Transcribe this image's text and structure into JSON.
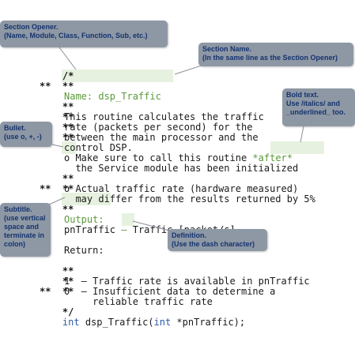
{
  "callouts": {
    "section_opener": "Section Opener.\n(Name, Module, Class, Function, Sub, etc.)",
    "section_name": "Section Name.\n(In the same line as the Section Opener)",
    "bold_text": "Bold text.\nUse /italics/ and\n_underlined_ too.",
    "bullet": "Bullet.\n(use o, +, -)",
    "subtitle": "Subtitle.\n(use vertical\nspace and\nterminate in\ncolon)",
    "definition": "Definition.\n(Use the dash character)"
  },
  "code": {
    "open_mark": "/*",
    "star_mark": "**",
    "close_mark": "*/",
    "name_label": "Name:",
    "name_value": "dsp_Traffic",
    "desc_1": "This routine calculates the traffic",
    "desc_2": "rate (packets per second) for the ",
    "desc_3": "between the main processor and the",
    "desc_4": "control DSP.",
    "bullet_1a_pre": "o Make sure to call this routine ",
    "bullet_1a_bold": "*after*",
    "bullet_1b": "  the Service module has been initialized",
    "bullet_2a": "o Actual traffic rate (hardware measured)",
    "bullet_2b": "  may differ from the results returned by 5%",
    "output_label": "Output:",
    "def_name": "pnTraffic",
    "def_dash": "–",
    "def_text": "Traffic [packet/s]",
    "return_label": "Return:",
    "ret_1": "1  – Traffic rate is available in pnTraffic",
    "ret_2a": "0  – Insufficient data to determine a",
    "ret_2b": "     reliable traffic rate",
    "sig_kw": "int",
    "sig_name": " dsp_Traffic(",
    "sig_kw2": "int",
    "sig_rest": " *pnTraffic);"
  }
}
